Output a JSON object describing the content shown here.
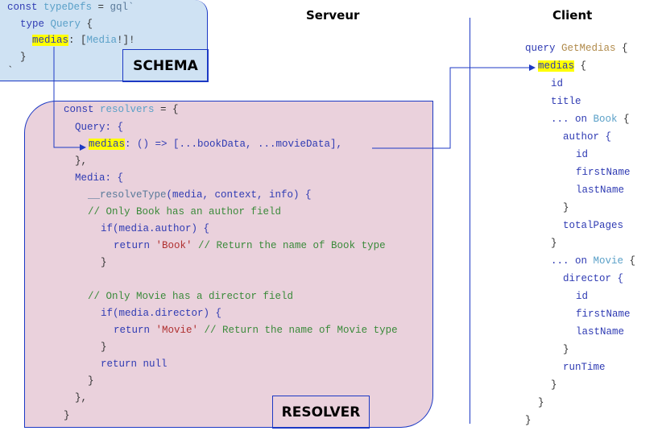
{
  "headers": {
    "server": "Serveur",
    "client": "Client"
  },
  "schema": {
    "label": "SCHEMA",
    "lines": {
      "l1_kw": "const ",
      "l1_name": "typeDefs",
      "l1_eq": " = ",
      "l1_fn": "gql`",
      "l2_kw": "type ",
      "l2_name": "Query",
      "l2_brace": " {",
      "l3_field": "medias",
      "l3_rest": ": [",
      "l3_type": "Media",
      "l3_end": "!]!",
      "l4": "}",
      "l5": "`"
    }
  },
  "resolver": {
    "label": "RESOLVER",
    "lines": {
      "r1_kw": "const ",
      "r1_name": "resolvers",
      "r1_rest": " = {",
      "r2": "Query: {",
      "r3_field": "medias",
      "r3_rest": ": () => [...bookData, ...movieData],",
      "r4": "},",
      "r5": "Media: {",
      "r6_fn": "__resolveType",
      "r6_rest": "(media, context, info) {",
      "r7": "// Only Book has an author field",
      "r8_kw": "if",
      "r8_rest": "(media.author) {",
      "r9_kw": "return ",
      "r9_str": "'Book'",
      "r9_cm": " // Return the name of Book type",
      "r10": "}",
      "r11": "// Only Movie has a director field",
      "r12_kw": "if",
      "r12_rest": "(media.director) {",
      "r13_kw": "return ",
      "r13_str": "'Movie'",
      "r13_cm": " // Return the name of Movie type",
      "r14": "}",
      "r15_kw": "return ",
      "r15_val": "null",
      "r16": "}",
      "r17": "},",
      "r18": "}"
    }
  },
  "client": {
    "c1_kw": "query ",
    "c1_name": "GetMedias",
    "c1_brace": " {",
    "c2_field": "medias",
    "c2_brace": " {",
    "c3": "id",
    "c4": "title",
    "c5_dots": "... ",
    "c5_on": "on ",
    "c5_type": "Book",
    "c5_brace": " {",
    "c6": "author {",
    "c7": "id",
    "c8": "firstName",
    "c9": "lastName",
    "c10": "}",
    "c11": "totalPages",
    "c12": "}",
    "c13_dots": "... ",
    "c13_on": "on ",
    "c13_type": "Movie",
    "c13_brace": " {",
    "c14": "director {",
    "c15": "id",
    "c16": "firstName",
    "c17": "lastName",
    "c18": "}",
    "c19": "runTime",
    "c20": "}",
    "c21": "}",
    "c22": "}"
  },
  "colors": {
    "schema_bg": "#cfe2f3",
    "resolver_bg": "#ead1dc",
    "border": "#1c39c4",
    "highlight": "#ffff00"
  }
}
